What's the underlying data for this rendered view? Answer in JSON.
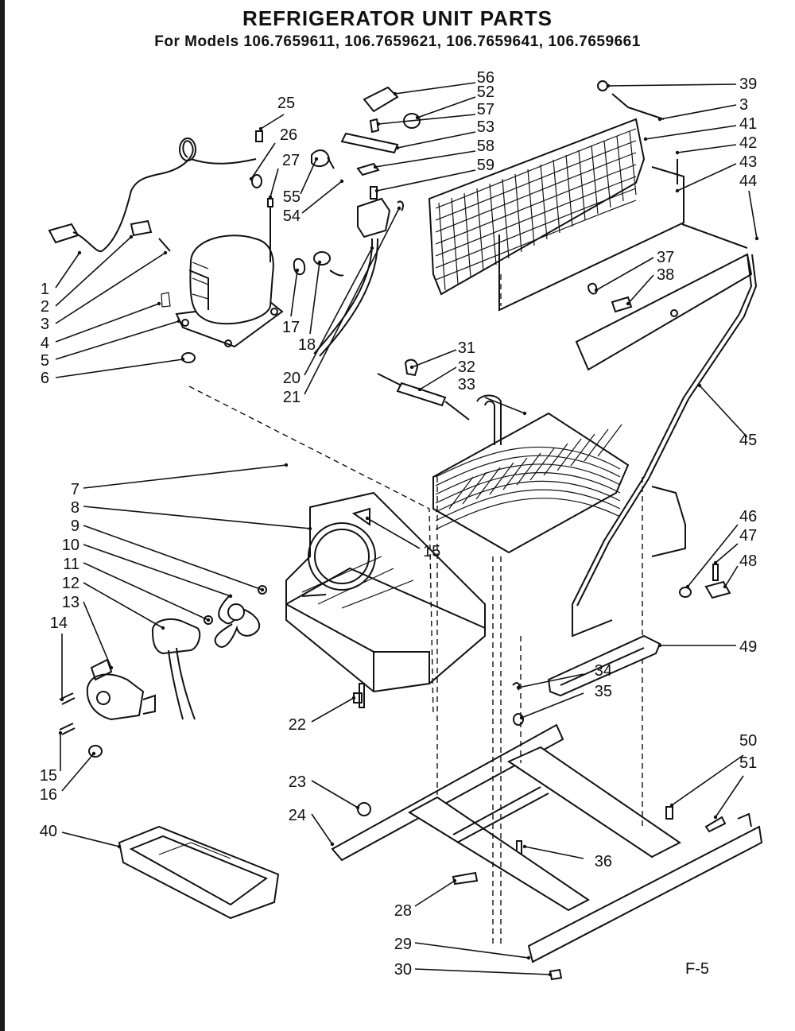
{
  "title": "REFRIGERATOR UNIT PARTS",
  "subtitle": "For Models 106.7659611, 106.7659621, 106.7659641, 106.7659661",
  "page_ref": "F-5",
  "callouts": [
    {
      "id": "c1",
      "text": "1"
    },
    {
      "id": "c2",
      "text": "2"
    },
    {
      "id": "c3",
      "text": "3"
    },
    {
      "id": "c4",
      "text": "4"
    },
    {
      "id": "c5",
      "text": "5"
    },
    {
      "id": "c6",
      "text": "6"
    },
    {
      "id": "c7",
      "text": "7"
    },
    {
      "id": "c8",
      "text": "8"
    },
    {
      "id": "c9",
      "text": "9"
    },
    {
      "id": "c10",
      "text": "10"
    },
    {
      "id": "c11",
      "text": "11"
    },
    {
      "id": "c12",
      "text": "12"
    },
    {
      "id": "c13",
      "text": "13"
    },
    {
      "id": "c14",
      "text": "14"
    },
    {
      "id": "c15a",
      "text": "15"
    },
    {
      "id": "c15b",
      "text": "15"
    },
    {
      "id": "c16",
      "text": "16"
    },
    {
      "id": "c17",
      "text": "17"
    },
    {
      "id": "c18",
      "text": "18"
    },
    {
      "id": "c20",
      "text": "20"
    },
    {
      "id": "c21",
      "text": "21"
    },
    {
      "id": "c22",
      "text": "22"
    },
    {
      "id": "c23",
      "text": "23"
    },
    {
      "id": "c24",
      "text": "24"
    },
    {
      "id": "c25",
      "text": "25"
    },
    {
      "id": "c26",
      "text": "26"
    },
    {
      "id": "c27",
      "text": "27"
    },
    {
      "id": "c28",
      "text": "28"
    },
    {
      "id": "c29",
      "text": "29"
    },
    {
      "id": "c30",
      "text": "30"
    },
    {
      "id": "c31",
      "text": "31"
    },
    {
      "id": "c32",
      "text": "32"
    },
    {
      "id": "c33",
      "text": "33"
    },
    {
      "id": "c34",
      "text": "34"
    },
    {
      "id": "c35",
      "text": "35"
    },
    {
      "id": "c36",
      "text": "36"
    },
    {
      "id": "c37",
      "text": "37"
    },
    {
      "id": "c38",
      "text": "38"
    },
    {
      "id": "c39",
      "text": "39"
    },
    {
      "id": "c3b",
      "text": "3"
    },
    {
      "id": "c40",
      "text": "40"
    },
    {
      "id": "c41",
      "text": "41"
    },
    {
      "id": "c42",
      "text": "42"
    },
    {
      "id": "c43",
      "text": "43"
    },
    {
      "id": "c44",
      "text": "44"
    },
    {
      "id": "c45",
      "text": "45"
    },
    {
      "id": "c46",
      "text": "46"
    },
    {
      "id": "c47",
      "text": "47"
    },
    {
      "id": "c48",
      "text": "48"
    },
    {
      "id": "c49",
      "text": "49"
    },
    {
      "id": "c50",
      "text": "50"
    },
    {
      "id": "c51",
      "text": "51"
    },
    {
      "id": "c52",
      "text": "52"
    },
    {
      "id": "c53",
      "text": "53"
    },
    {
      "id": "c54",
      "text": "54"
    },
    {
      "id": "c55",
      "text": "55"
    },
    {
      "id": "c56",
      "text": "56"
    },
    {
      "id": "c57",
      "text": "57"
    },
    {
      "id": "c58",
      "text": "58"
    },
    {
      "id": "c59",
      "text": "59"
    }
  ]
}
